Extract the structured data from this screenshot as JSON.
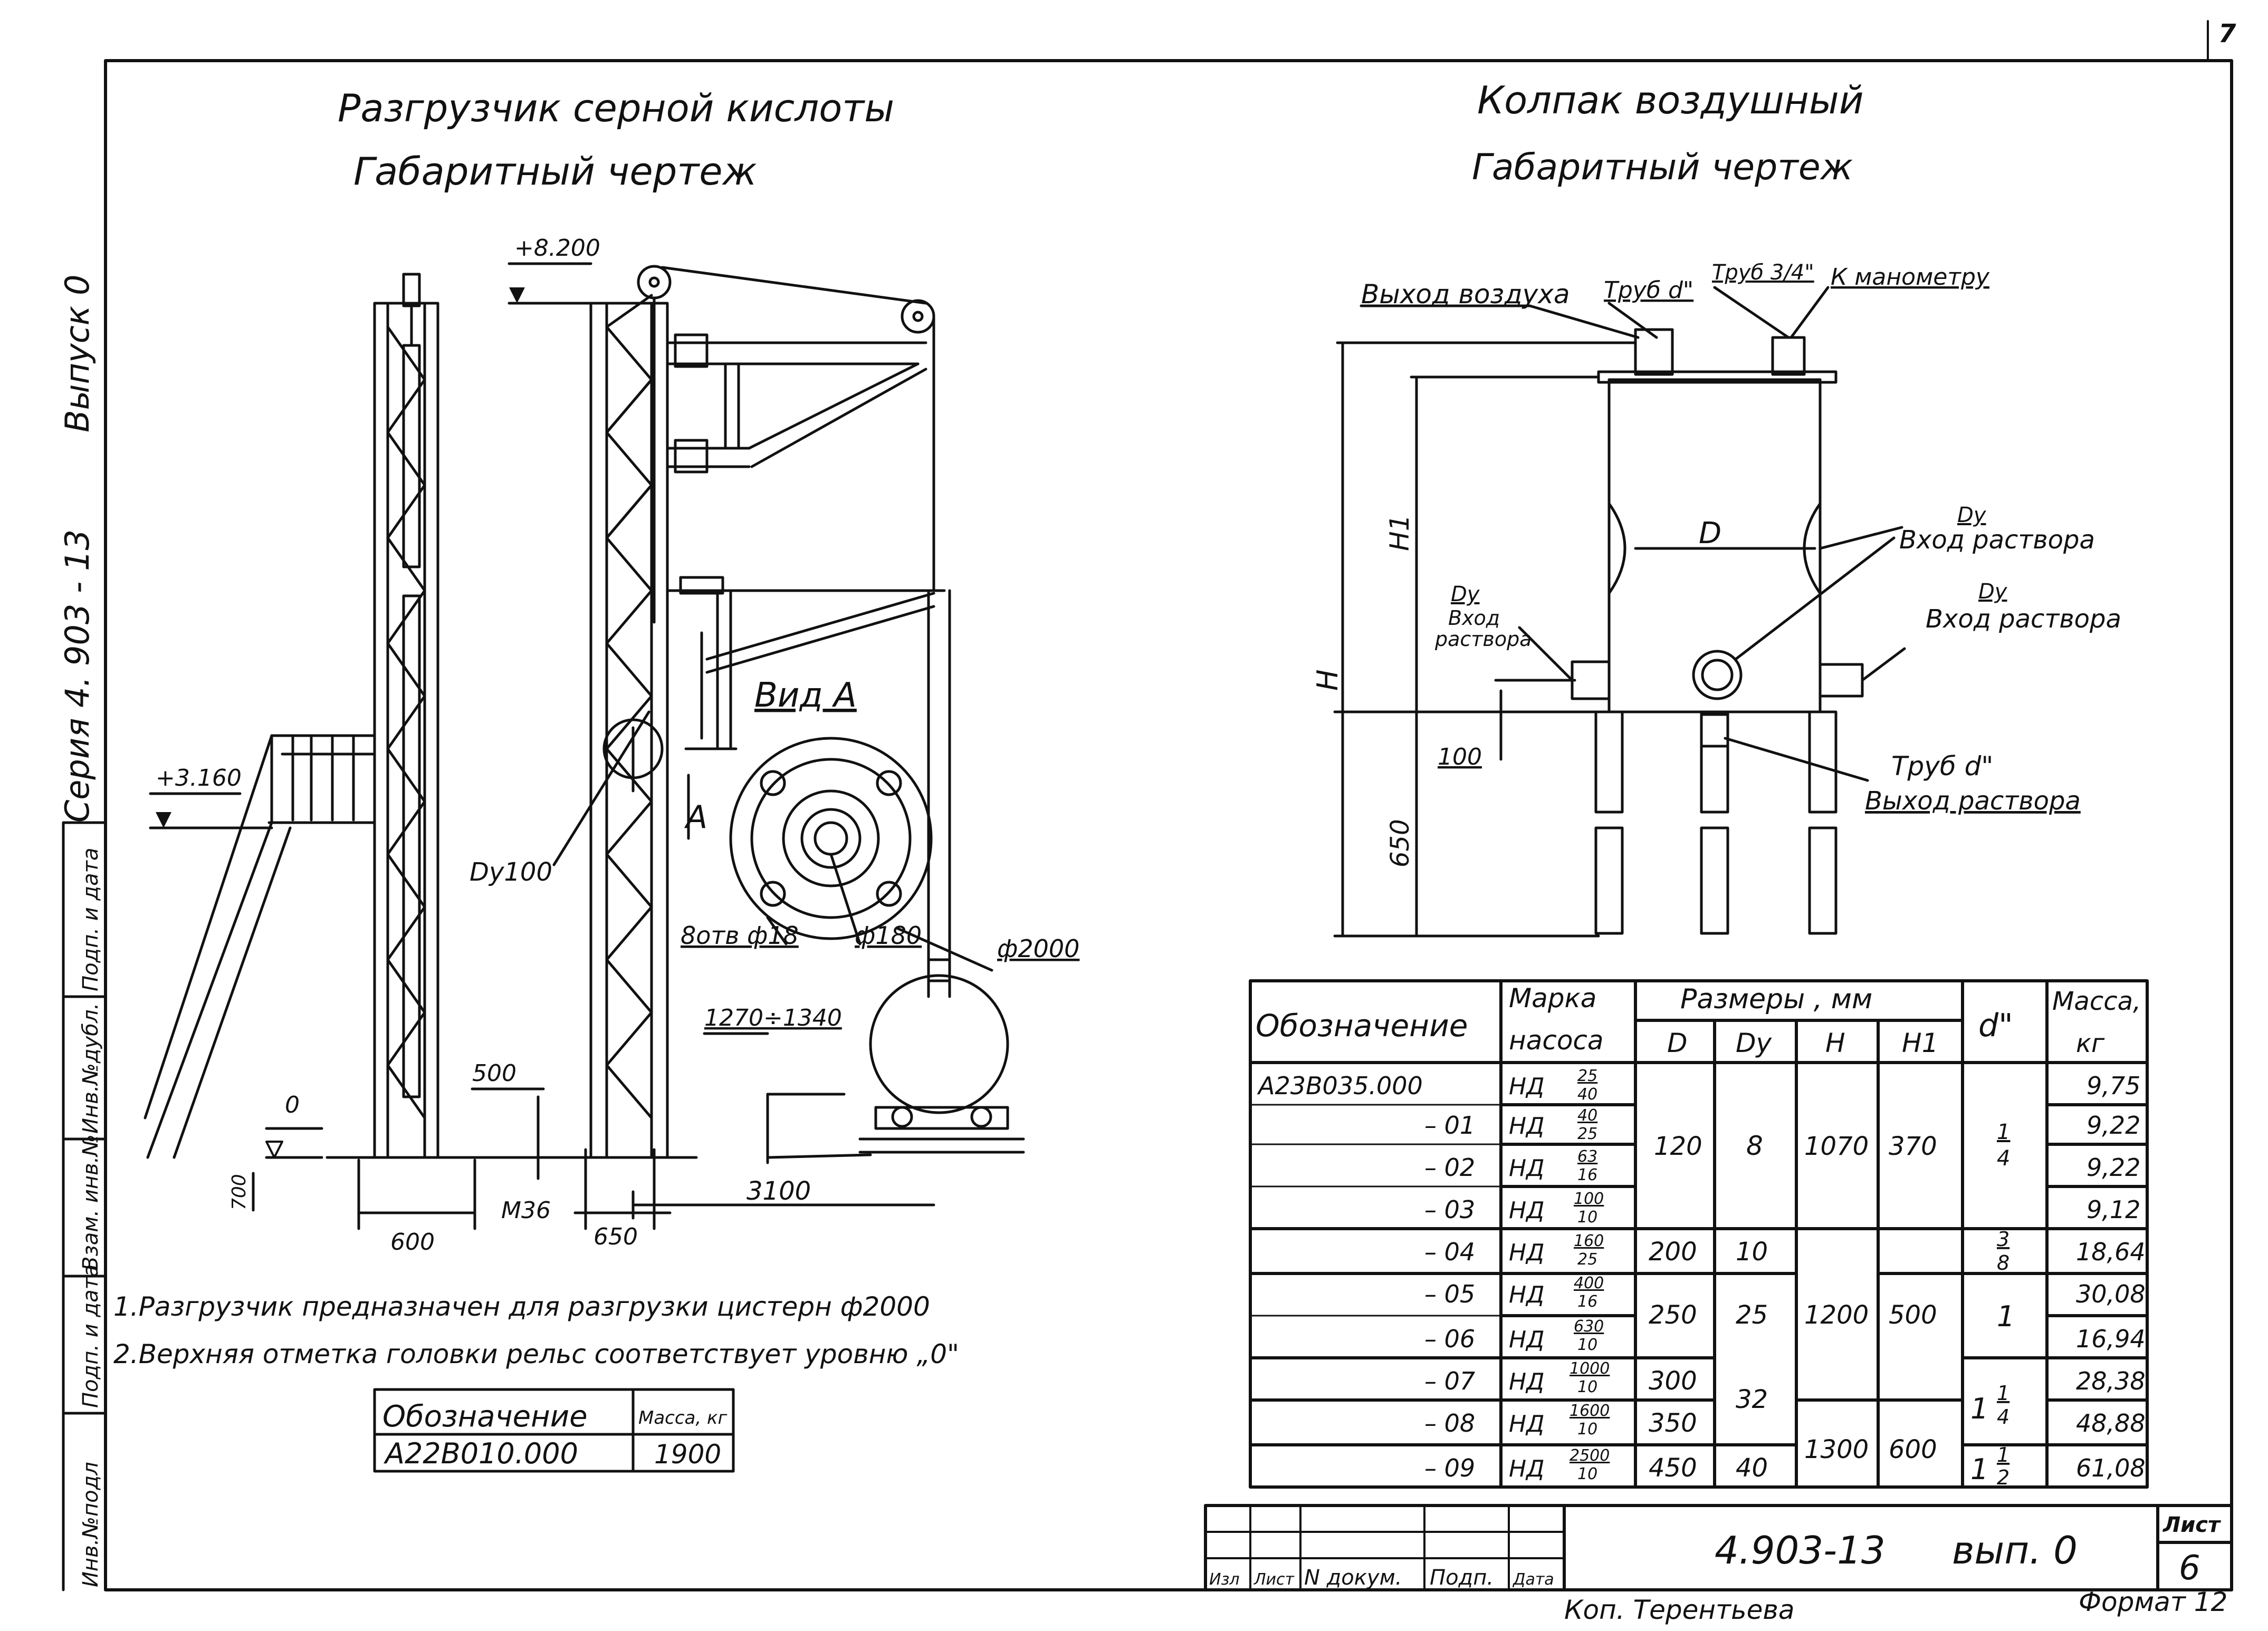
{
  "sheet": {
    "page_number": "7",
    "side_stamp": {
      "series": "Серия 4. 903 - 13",
      "issue": "Выпуск 0",
      "fields": [
        "Инв.№подл",
        "Подп. и дата",
        "Взам. инв.№",
        "Инв.№дубл.",
        "Подп. и дата"
      ]
    }
  },
  "left": {
    "title": "Разгрузчик серной кислоты",
    "subtitle": "Габаритный чертеж",
    "labels": {
      "top_mark": "+8.200",
      "platform_mark": "+3.160",
      "dy100": "Dy100",
      "view_a": "Вид А",
      "arrow_a": "А",
      "holes": "8отв ф18",
      "phi180": "ф180",
      "phi2000": "ф2000",
      "range": "1270÷1340",
      "dim500": "500",
      "zero": "0",
      "dim700": "700",
      "m36": "М36",
      "dim600": "600",
      "dim650": "650",
      "dim3100": "3100"
    },
    "notes": [
      "1.Разгрузчик предназначен для разгрузки цистерн ф2000",
      "2.Верхняя отметка головки рельс соответствует уровню „0\""
    ],
    "mass_table": {
      "header_designation": "Обозначение",
      "header_mass": "Масса, кг",
      "designation": "А22В010.000",
      "mass": "1900"
    }
  },
  "right": {
    "title": "Колпак воздушный",
    "subtitle": "Габаритный чертеж",
    "labels": {
      "air_out": "Выход воздуха",
      "pipe_d": "Труб d\"",
      "pipe_34": "Труб 3/4\"",
      "to_gauge": "К манометру",
      "H1": "H1",
      "H": "H",
      "D": "D",
      "dy_right1": "Dy",
      "inlet_right1": "Вход раствора",
      "dy_right2": "Dy",
      "inlet_right2": "Вход раствора",
      "dy_left": "Dy",
      "inlet_left1": "Вход",
      "inlet_left2": "раствора",
      "dim100": "100",
      "pipe_d2": "Труб  d\"",
      "outlet": "Выход раствора",
      "dim650": "650"
    },
    "table": {
      "h_designation": "Обозначение",
      "h_pump1": "Марка",
      "h_pump2": "насоса",
      "h_sizes": "Размеры , мм",
      "h_D": "D",
      "h_Dy": "Dy",
      "h_H": "H",
      "h_H1": "H1",
      "h_d": "d\"",
      "h_mass1": "Масса,",
      "h_mass2": "кг",
      "rows": [
        {
          "des": "А23В035.000",
          "brand": "НД",
          "num": "25",
          "den": "40",
          "mass": "9,75"
        },
        {
          "des": "– 01",
          "brand": "НД",
          "num": "40",
          "den": "25",
          "mass": "9,22"
        },
        {
          "des": "– 02",
          "brand": "НД",
          "num": "63",
          "den": "16",
          "mass": "9,22"
        },
        {
          "des": "– 03",
          "brand": "НД",
          "num": "100",
          "den": "10",
          "mass": "9,12"
        },
        {
          "des": "– 04",
          "brand": "НД",
          "num": "160",
          "den": "25",
          "mass": "18,64"
        },
        {
          "des": "– 05",
          "brand": "НД",
          "num": "400",
          "den": "16",
          "mass": "30,08"
        },
        {
          "des": "– 06",
          "brand": "НД",
          "num": "630",
          "den": "10",
          "mass": "16,94"
        },
        {
          "des": "– 07",
          "brand": "НД",
          "num": "1000",
          "den": "10",
          "mass": "28,38"
        },
        {
          "des": "– 08",
          "brand": "НД",
          "num": "1600",
          "den": "10",
          "mass": "48,88"
        },
        {
          "des": "– 09",
          "brand": "НД",
          "num": "2500",
          "den": "10",
          "mass": "61,08"
        }
      ],
      "groups": {
        "D_a": "120",
        "Dy_a": "8",
        "H_a": "1070",
        "H1_a": "370",
        "d_a_num": "1",
        "d_a_den": "4",
        "D_b": "200",
        "Dy_b": "10",
        "d_b_num": "3",
        "d_b_den": "8",
        "D_c": "250",
        "Dy_c": "25",
        "H_b": "1200",
        "H1_b": "500",
        "d_c": "1",
        "D_d": "300",
        "Dy_d": "32",
        "d_d_whole": "1",
        "d_d_num": "1",
        "d_d_den": "4",
        "D_e": "350",
        "D_f": "450",
        "Dy_f": "40",
        "H_c": "1300",
        "H1_c": "600",
        "d_f_whole": "1",
        "d_f_num": "1",
        "d_f_den": "2"
      }
    }
  },
  "title_block": {
    "code": "4.903-13",
    "issue": "вып. 0",
    "sheet_label": "Лист",
    "sheet_no": "6",
    "cols": [
      "Изл",
      "Лист",
      "N докум.",
      "Подп.",
      "Дата"
    ],
    "copied": "Коп. Терентьева",
    "format": "Формат 12"
  }
}
